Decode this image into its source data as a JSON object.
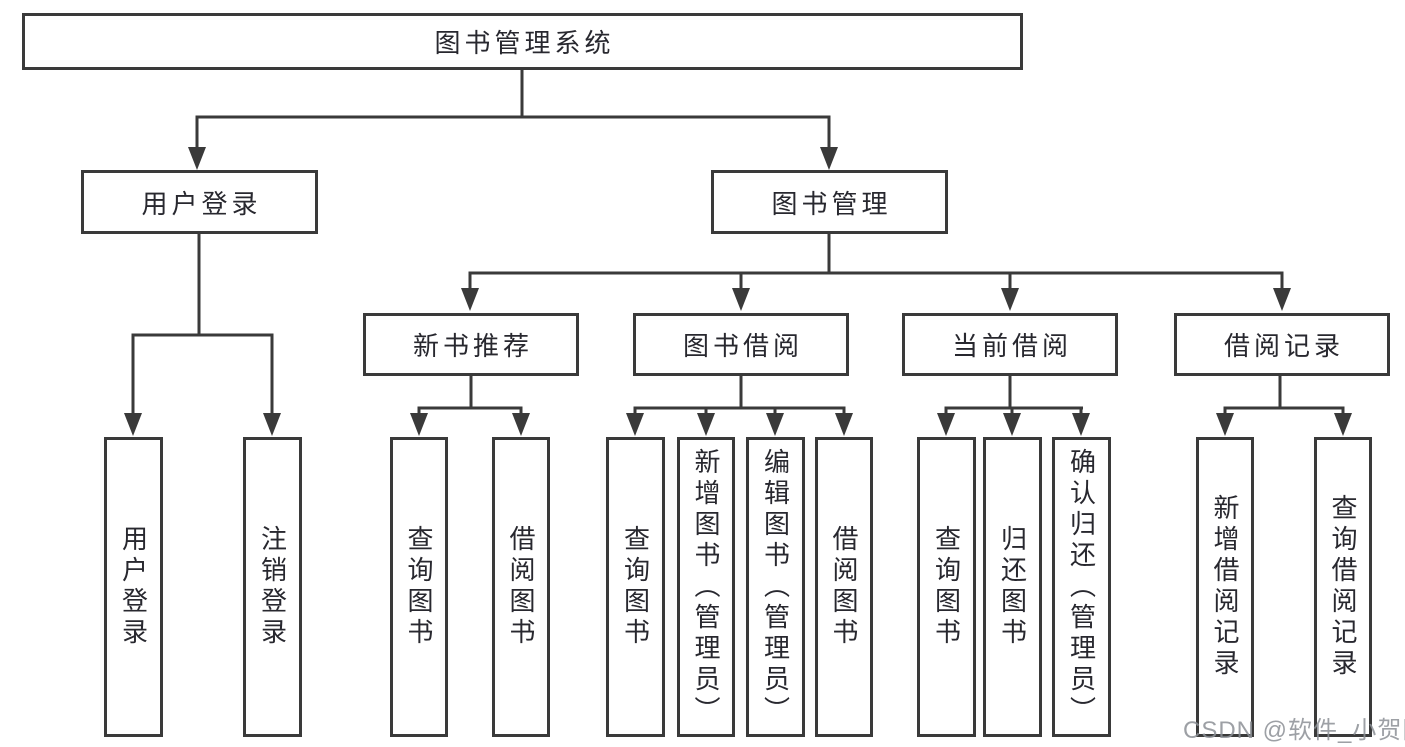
{
  "nodes": {
    "root": {
      "label": "图书管理系统"
    },
    "user_login": {
      "label": "用户登录"
    },
    "book_mgmt": {
      "label": "图书管理"
    },
    "new_book_rec": {
      "label": "新书推荐"
    },
    "book_borrow": {
      "label": "图书借阅"
    },
    "current_borrow": {
      "label": "当前借阅"
    },
    "borrow_records": {
      "label": "借阅记录"
    },
    "leaf_user_login": {
      "label": "用户登录"
    },
    "leaf_logout": {
      "label": "注销登录"
    },
    "leaf_query_book_1": {
      "label": "查询图书"
    },
    "leaf_borrow_book_1": {
      "label": "借阅图书"
    },
    "leaf_query_book_2": {
      "label": "查询图书"
    },
    "leaf_add_book": {
      "label": "新增图书（管理员）"
    },
    "leaf_edit_book": {
      "label": "编辑图书（管理员）"
    },
    "leaf_borrow_book_2": {
      "label": "借阅图书"
    },
    "leaf_query_book_3": {
      "label": "查询图书"
    },
    "leaf_return_book": {
      "label": "归还图书"
    },
    "leaf_confirm_return": {
      "label": "确认归还（管理员）"
    },
    "leaf_add_borrow_record": {
      "label": "新增借阅记录"
    },
    "leaf_query_borrow_record": {
      "label": "查询借阅记录"
    }
  },
  "hierarchy": {
    "root": [
      "user_login",
      "book_mgmt"
    ],
    "user_login": [
      "leaf_user_login",
      "leaf_logout"
    ],
    "book_mgmt": [
      "new_book_rec",
      "book_borrow",
      "current_borrow",
      "borrow_records"
    ],
    "new_book_rec": [
      "leaf_query_book_1",
      "leaf_borrow_book_1"
    ],
    "book_borrow": [
      "leaf_query_book_2",
      "leaf_add_book",
      "leaf_edit_book",
      "leaf_borrow_book_2"
    ],
    "current_borrow": [
      "leaf_query_book_3",
      "leaf_return_book",
      "leaf_confirm_return"
    ],
    "borrow_records": [
      "leaf_add_borrow_record",
      "leaf_query_borrow_record"
    ]
  },
  "watermark": {
    "text": "CSDN @软件_小贺同学",
    "color": "#8c9096"
  },
  "colors": {
    "line": "#3a3a3a",
    "box_border": "#3a3a3a",
    "text": "#28282f",
    "background": "#ffffff"
  }
}
